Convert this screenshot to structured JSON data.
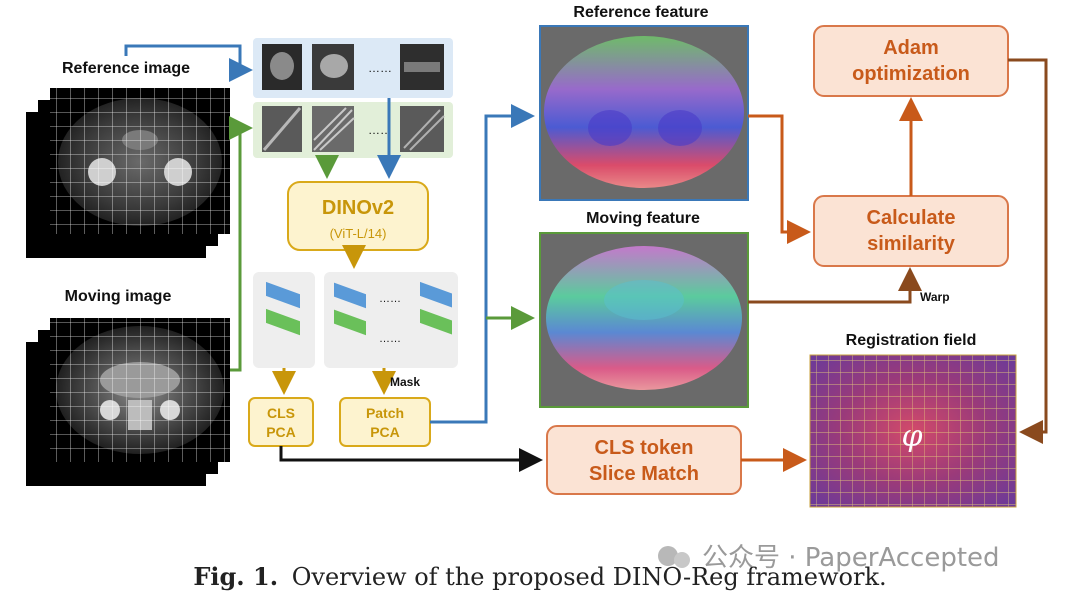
{
  "labels": {
    "reference_image": "Reference image",
    "moving_image": "Moving image",
    "reference_feature": "Reference feature",
    "moving_feature": "Moving feature",
    "registration_field": "Registration field",
    "mask": "Mask",
    "warp": "Warp",
    "phi": "φ",
    "dots": "……"
  },
  "boxes": {
    "dinov2_title": "DINOv2",
    "dinov2_sub": "(ViT-L/14)",
    "cls_pca_1": "CLS",
    "cls_pca_2": "PCA",
    "patch_pca_1": "Patch",
    "patch_pca_2": "PCA",
    "adam_1": "Adam",
    "adam_2": "optimization",
    "calc_1": "Calculate",
    "calc_2": "similarity",
    "cls_match_1": "CLS token",
    "cls_match_2": "Slice Match"
  },
  "caption": {
    "fig": "Fig. 1.",
    "text": "Overview of the proposed DINO-Reg framework."
  },
  "watermark": {
    "text": "公众号 · PaperAccepted"
  },
  "colors": {
    "blue_arrow": "#3a78b8",
    "green_arrow": "#5a9a3a",
    "gold_arrow": "#c8960a",
    "orange_arrow": "#c85a1a",
    "dark_orange_arrow": "#8a4a1e",
    "box_gold_fill": "#fdf3cf",
    "box_gold_stroke": "#d9a91a",
    "box_orange_fill": "#fbe3d4",
    "box_orange_stroke": "#d9784a",
    "blue_panel": "#dce9f6",
    "green_panel": "#e2efd9"
  }
}
